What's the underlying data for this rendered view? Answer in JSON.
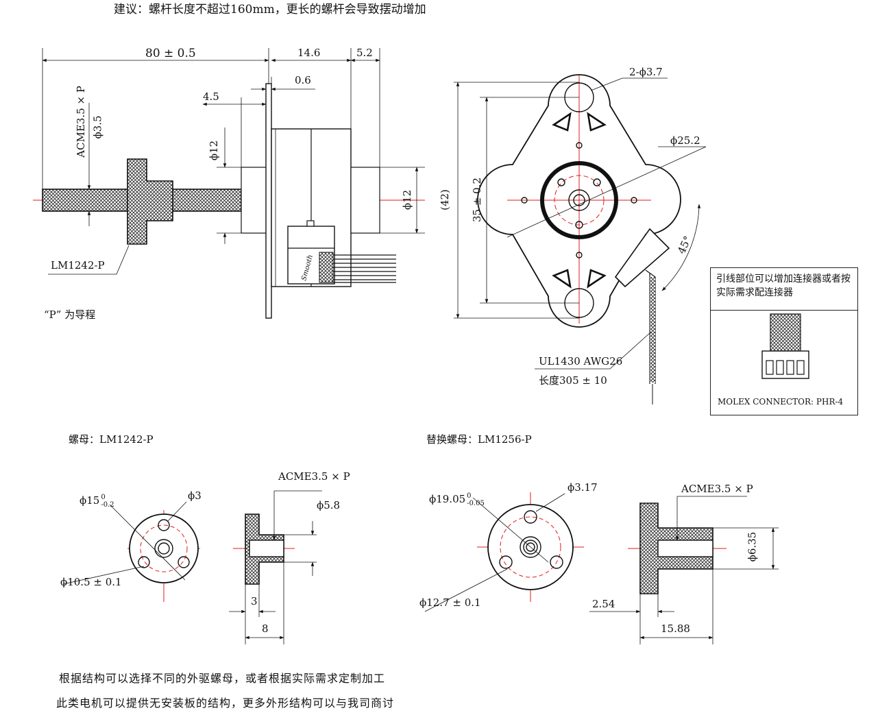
{
  "header_note": "建议：螺杆长度不超过160mm，更长的螺杆会导致摆动增加",
  "side_view": {
    "dims": {
      "length": "80 ± 0.5",
      "body": "14.6",
      "rear": "5.2",
      "flange": "0.6",
      "nut_len": "4.5",
      "shaft_dia": "ϕ12",
      "rear_dia": "ϕ12",
      "thread": "ACME3.5 × P",
      "lead_dia": "ϕ3.5"
    },
    "nut_label": "LM1242-P",
    "lead_note": "“P” 为导程",
    "brand": "Smooth"
  },
  "front_view": {
    "holes": "2-ϕ3.7",
    "hub_dia": "ϕ25.2",
    "overall_height": "(42)",
    "hole_pitch": "35 ± 0.2",
    "angle": "45°",
    "wire_spec": "UL1430  AWG26",
    "wire_len": "长度305 ± 10"
  },
  "connector_box": {
    "note": "引线部位可以增加连接器或者按实际需求配连接器",
    "connector": "MOLEX CONNECTOR: PHR-4"
  },
  "nut_a": {
    "title": "螺母：LM1242-P",
    "dia_outer": "ϕ15",
    "tol_upper": "0",
    "tol_lower": "-0.2",
    "hole": "ϕ3",
    "pcd": "ϕ10.5 ± 0.1",
    "thread": "ACME3.5 × P",
    "boss_dia": "ϕ5.8",
    "flange_w": "3",
    "total_len": "8"
  },
  "nut_b": {
    "title": "替换螺母：LM1256-P",
    "dia_outer": "ϕ19.05",
    "tol_upper": "0",
    "tol_lower": "-0.05",
    "hole": "ϕ3.17",
    "pcd": "ϕ12.7 ± 0.1",
    "thread": "ACME3.5 × P",
    "boss_dia": "ϕ6.35",
    "flange_w": "2.54",
    "total_len": "15.88"
  },
  "footer": {
    "line1": "根据结构可以选择不同的外驱螺母，或者根据实际需求定制加工",
    "line2": "此类电机可以提供无安装板的结构，更多外形结构可以与我司商讨"
  }
}
